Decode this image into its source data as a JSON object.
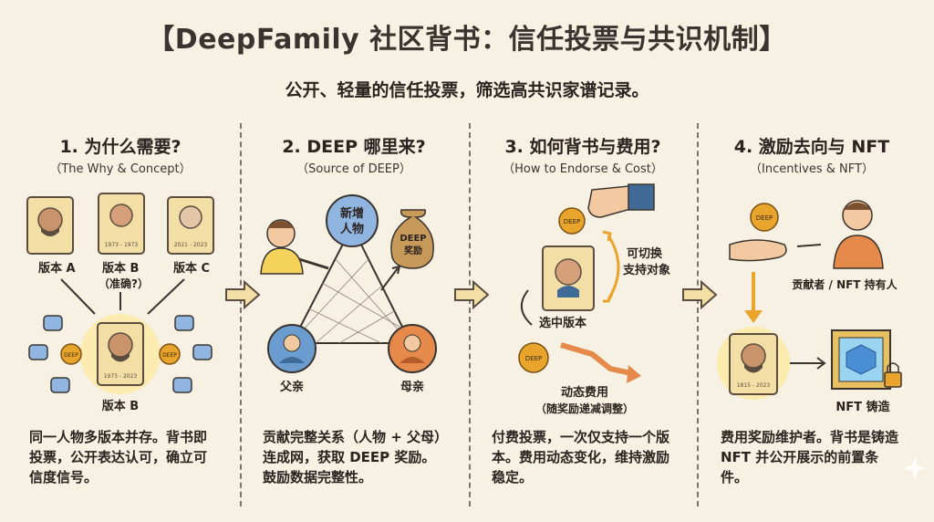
{
  "title": "【DeepFamily 社区背书：信任投票与共识机制】",
  "subtitle": "公开、轻量的信任投票，筛选高共识家谱记录。",
  "columns": [
    {
      "heading": "1. 为什么需要?",
      "subheading": "（The Why & Concept）",
      "labels": {
        "version_a": "版本 A",
        "version_b": "版本 B",
        "version_b_q": "（准确?）",
        "version_c": "版本 C",
        "version_b_bottom": "版本 B",
        "dates_b": "1973 - 1973",
        "dates_c": "2021 - 2023",
        "dates_center": "1973 - 2023",
        "coin": "DEEP"
      },
      "description": "同一人物多版本并存。背书即投票，公开表达认可，确立可信度信号。"
    },
    {
      "heading": "2. DEEP 哪里来?",
      "subheading": "（Source of DEEP）",
      "labels": {
        "new_person_1": "新增",
        "new_person_2": "人物",
        "bag_1": "DEEP",
        "bag_2": "奖励",
        "father": "父亲",
        "mother": "母亲"
      },
      "description": "贡献完整关系（人物 + 父母）连成网，获取 DEEP 奖励。鼓励数据完整性。"
    },
    {
      "heading": "3. 如何背书与费用?",
      "subheading": "（How to Endorse & Cost）",
      "labels": {
        "switch_1": "可切换",
        "switch_2": "支持对象",
        "selected": "选中版本",
        "dynamic_1": "动态费用",
        "dynamic_2": "（随奖励递减调整）",
        "coin": "DEEP"
      },
      "description": "付费投票，一次仅支持一个版本。费用动态变化，维持激励稳定。"
    },
    {
      "heading": "4. 激励去向与 NFT",
      "subheading": "（Incentives & NFT）",
      "labels": {
        "holder": "贡献者 / NFT 持有人",
        "mint": "NFT 铸造",
        "dates": "1815 - 2023",
        "coin": "DEEP"
      },
      "description": "费用奖励维护者。背书是铸造 NFT 并公开展示的前置条件。"
    }
  ],
  "colors": {
    "background": "#f7f1e3",
    "parchment": "#f3dfa6",
    "coin": "#e8a42b",
    "blue": "#6a9ccf",
    "orange": "#e58a4a",
    "thumb": "#8fb5e0"
  },
  "icons": [
    "scroll-icon",
    "coin-icon",
    "thumbs-up-icon",
    "person-icon",
    "hand-icon",
    "money-bag-icon",
    "arrow-right-icon",
    "lock-icon",
    "nft-frame-icon",
    "sparkle-icon"
  ]
}
